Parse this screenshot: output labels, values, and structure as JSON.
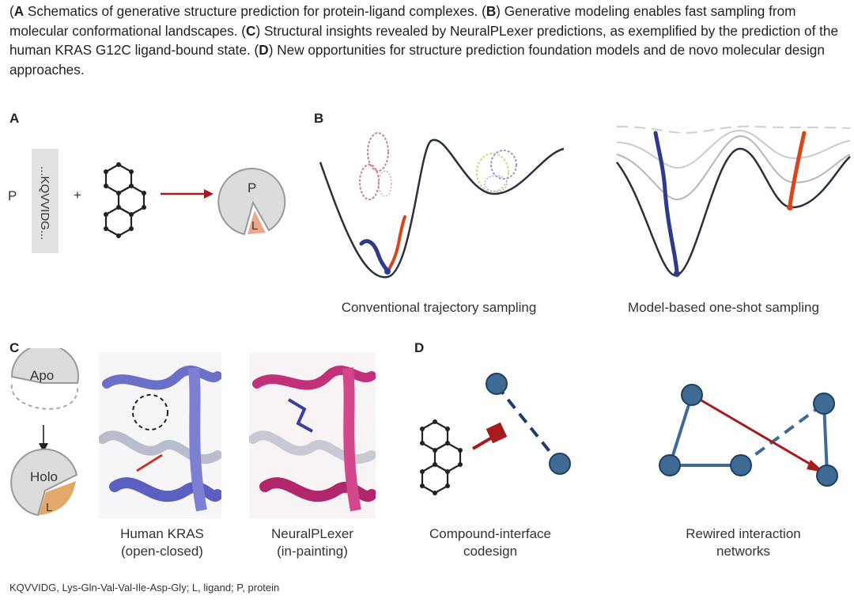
{
  "caption": {
    "a_letter": "A",
    "a_text": " Schematics of generative structure prediction for protein-ligand complexes. (",
    "b_letter": "B",
    "b_text": ") Generative modeling enables fast sampling from molecular conformational landscapes. (",
    "c_letter": "C",
    "c_text": ") Structural insights revealed by NeuralPLexer predictions, as exemplified by the prediction of the human KRAS G12C ligand-bound state. (",
    "d_letter": "D",
    "d_text": ") New opportunities for structure prediction foundation models and de novo molecular design approaches.",
    "open_paren": "("
  },
  "panel_a": {
    "letter": "A",
    "p_label": "P",
    "sequence": "...KQVVIDG...",
    "plus": "+",
    "complex_p": "P",
    "complex_l": "L"
  },
  "panel_b": {
    "letter": "B",
    "label_left": "Conventional trajectory sampling",
    "label_right": "Model-based one-shot sampling"
  },
  "panel_c": {
    "letter": "C",
    "apo": "Apo",
    "holo": "Holo",
    "ligand": "L",
    "kras_line1": "Human KRAS",
    "kras_line2": "(open-closed)",
    "npl_line1": "NeuralPLexer",
    "npl_line2": "(in-painting)"
  },
  "panel_d": {
    "letter": "D",
    "label_left_line1": "Compound-interface",
    "label_left_line2": "codesign",
    "label_right_line1": "Rewired interaction",
    "label_right_line2": "networks"
  },
  "footnote": "KQVVIDG, Lys-Gln-Val-Val-Ile-Asp-Gly; L, ligand; P, protein",
  "colors": {
    "red": "#a61c1c",
    "navy": "#2e3a8c",
    "orange": "#d9441a",
    "node": "#3f6a93",
    "node_stroke": "#1f3f63",
    "ligand_pink": "#e8a98e",
    "ligand_tan": "#e3a96a",
    "gray_fill": "#dcdcdc"
  }
}
